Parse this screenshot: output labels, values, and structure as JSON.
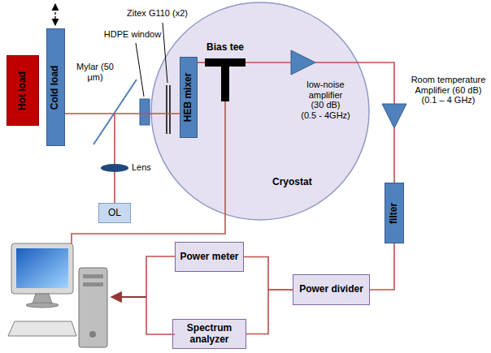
{
  "diagram": {
    "nodes": [
      {
        "text": [
          "Cryostat"
        ]
      },
      {
        "text": [
          "Hot load"
        ]
      },
      {
        "text": [
          "Cold load"
        ]
      },
      {
        "text": [
          "OL"
        ]
      },
      {
        "text": [
          "HEB mixer"
        ],
        "in": 0
      },
      {
        "text": [
          "Bias tee"
        ],
        "in": 0
      },
      {
        "text": [
          "low-noise amplifier",
          "(30 dB)",
          "(0.5 - 4GHz)"
        ],
        "in": 0
      },
      {
        "text": [
          "Room temperature Amplifier (60 dB)",
          "(0.1 – 4 GHz)"
        ]
      },
      {
        "text": [
          "filter"
        ]
      },
      {
        "text": [
          "Power divider"
        ]
      },
      {
        "text": [
          "Power meter"
        ]
      },
      {
        "text": [
          "Spectrum analyzer"
        ]
      }
    ],
    "edges": [
      {
        "from": 2,
        "to": 4,
        "arrow": "none"
      },
      {
        "from": 4,
        "to": 5,
        "arrow": "none"
      },
      {
        "from": 5,
        "to": 6,
        "arrow": "none"
      },
      {
        "from": 6,
        "to": 7,
        "arrow": "none"
      },
      {
        "from": 7,
        "to": 8,
        "arrow": "none"
      },
      {
        "from": 8,
        "to": 9,
        "arrow": "none"
      },
      {
        "from": 9,
        "to": 10,
        "arrow": "none"
      },
      {
        "from": 9,
        "to": 11,
        "arrow": "none"
      }
    ],
    "labels": [
      "Mylar (50 μm)",
      "HDPE window",
      "Zitex G110 (x2)",
      "Lens"
    ]
  }
}
